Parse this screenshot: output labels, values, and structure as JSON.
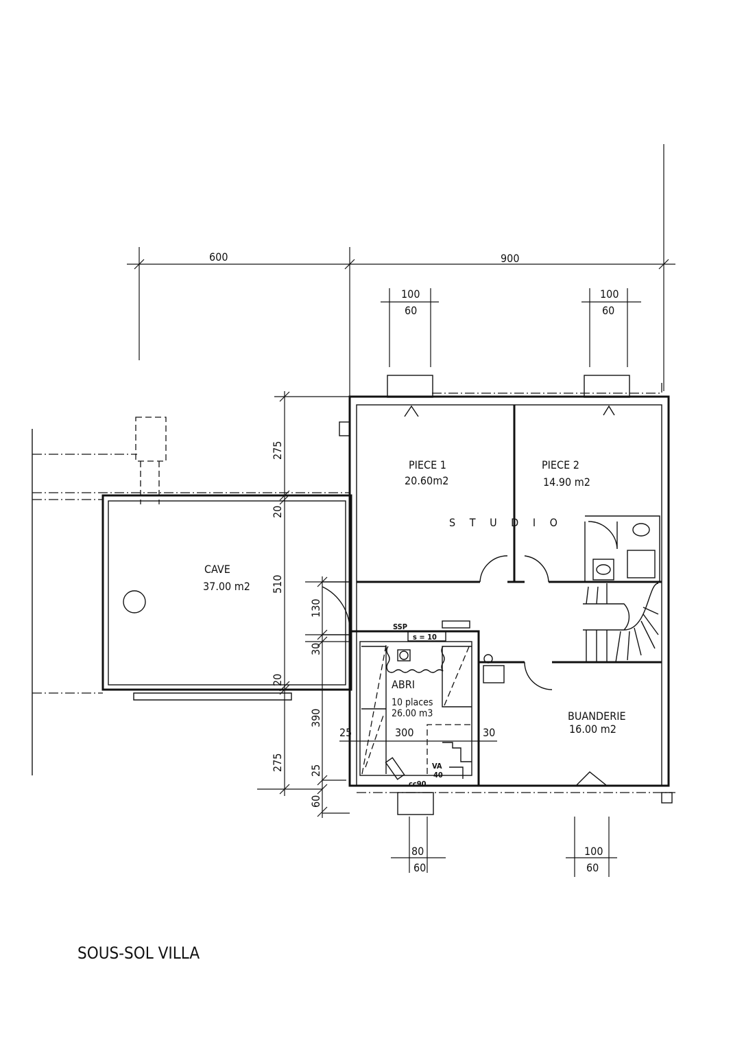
{
  "title": "SOUS-SOL VILLA",
  "rooms": {
    "piece1": {
      "name": "PIECE 1",
      "area": "20.60m2"
    },
    "piece2": {
      "name": "PIECE 2",
      "area": "14.90 m2"
    },
    "studio": "S T U D I O",
    "cave": {
      "name": "CAVE",
      "area": "37.00 m2"
    },
    "abri": {
      "name": "ABRI",
      "places": "10 places",
      "volume": "26.00 m3",
      "width": "300"
    },
    "buanderie": {
      "name": "BUANDERIE",
      "area": "16.00 m2"
    }
  },
  "annotations": {
    "ssp": "SSP",
    "s": "s = 10",
    "va": "VA",
    "va_val": "40",
    "cc": "cc90"
  },
  "dimensions": {
    "top": [
      "600",
      "900"
    ],
    "window_top_left": [
      "100",
      "60"
    ],
    "window_top_right": [
      "100",
      "60"
    ],
    "window_bottom_left": [
      "80",
      "60"
    ],
    "window_bottom_right": [
      "100",
      "60"
    ],
    "left_outer": [
      "275",
      "20",
      "510",
      "20",
      "275"
    ],
    "left_inner": [
      "130",
      "30",
      "390",
      "25",
      "60"
    ],
    "abri_walls": [
      "25",
      "30"
    ]
  }
}
